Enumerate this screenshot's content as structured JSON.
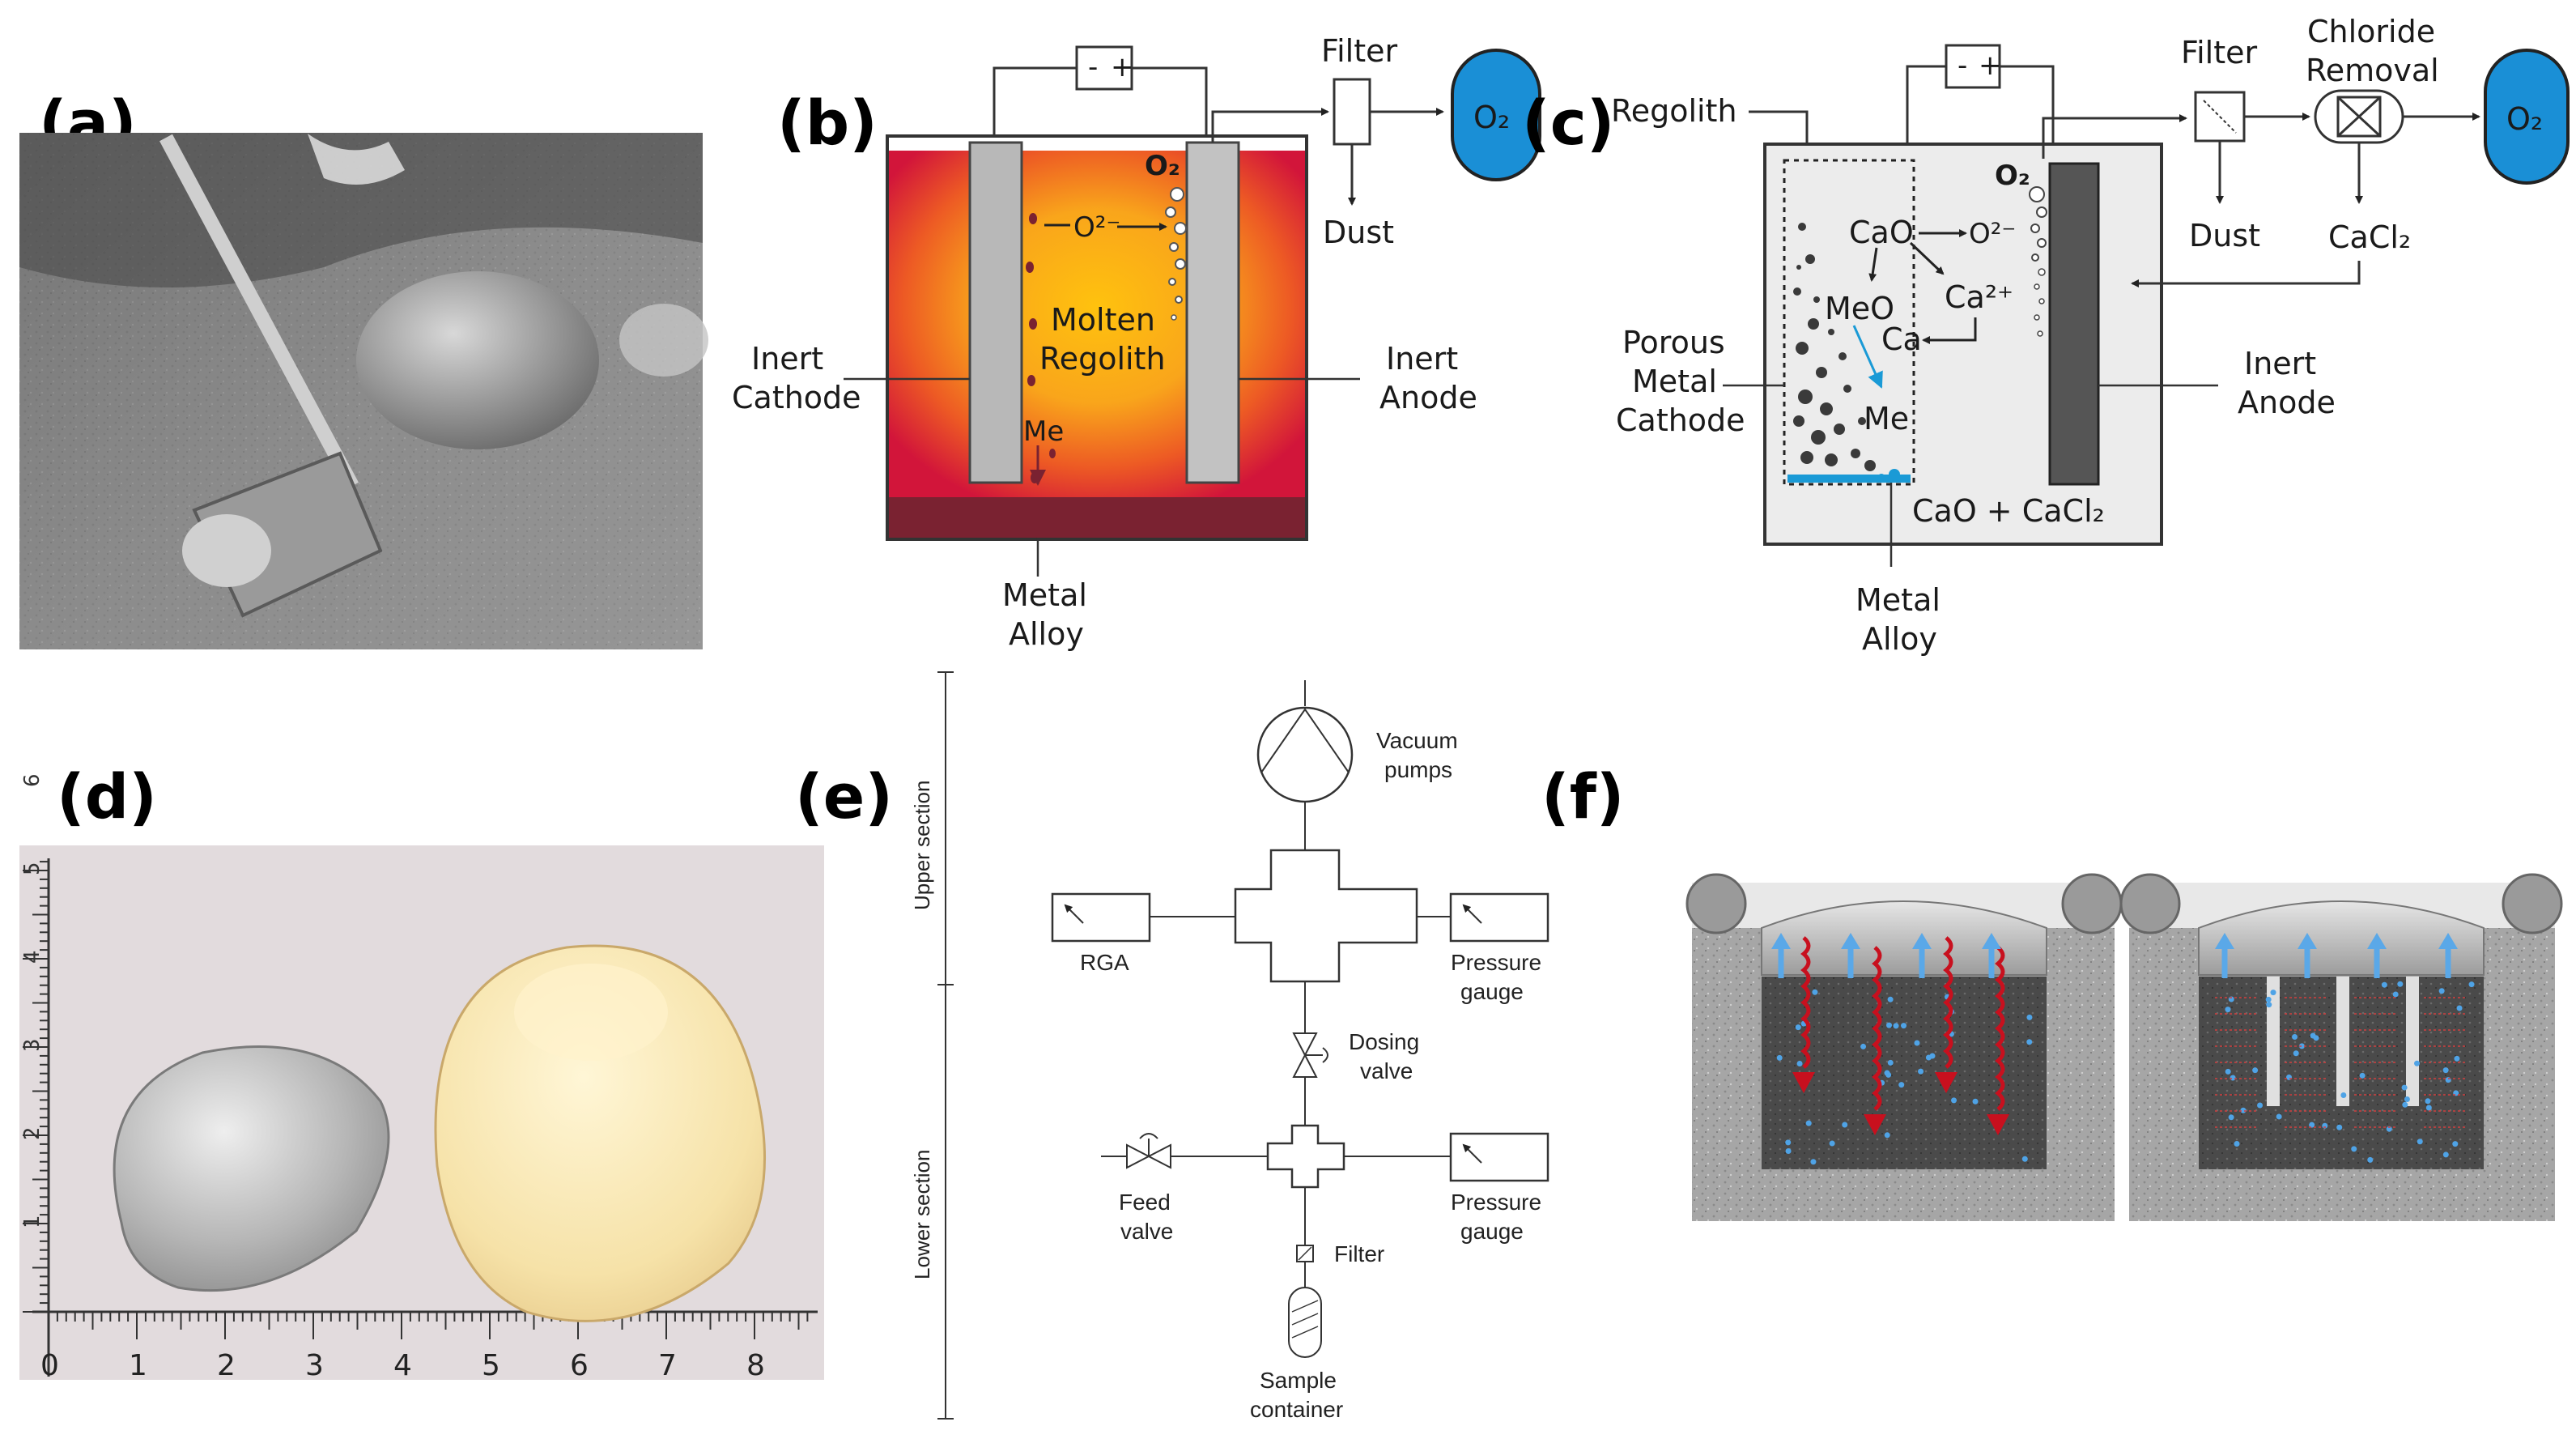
{
  "panels": {
    "a": {
      "label": "(a)"
    },
    "b": {
      "label": "(b)",
      "power_supply": {
        "minus": "-",
        "plus": "+"
      },
      "filter": "Filter",
      "dust": "Dust",
      "o2_tank": "O₂",
      "o2_bubble": "O₂",
      "oxide_ion": "O²⁻",
      "molten_line1": "Molten",
      "molten_line2": "Regolith",
      "me": "Me",
      "cathode_line1": "Inert",
      "cathode_line2": "Cathode",
      "anode_line1": "Inert",
      "anode_line2": "Anode",
      "alloy_line1": "Metal",
      "alloy_line2": "Alloy"
    },
    "c": {
      "label": "(c)",
      "regolith": "Regolith",
      "power_supply": {
        "minus": "-",
        "plus": "+"
      },
      "filter": "Filter",
      "chloride_line1": "Chloride",
      "chloride_line2": "Removal",
      "o2_tank": "O₂",
      "dust": "Dust",
      "cacl2": "CaCl₂",
      "o2_bubble": "O₂",
      "cao": "CaO",
      "oxide_ion": "O²⁻",
      "ca_ion": "Ca²⁺",
      "meo": "MeO",
      "ca": "Ca",
      "me": "Me",
      "porous_line1": "Porous",
      "porous_line2": "Metal",
      "porous_line3": "Cathode",
      "anode_line1": "Inert",
      "anode_line2": "Anode",
      "electrolyte": "CaO + CaCl₂",
      "alloy_line1": "Metal",
      "alloy_line2": "Alloy"
    },
    "d": {
      "label": "(d)",
      "ruler_h": [
        "0",
        "1",
        "2",
        "3",
        "4",
        "5",
        "6",
        "7",
        "8"
      ],
      "ruler_v": [
        "1",
        "2",
        "3",
        "4",
        "5",
        "6"
      ]
    },
    "e": {
      "label": "(e)",
      "upper_section": "Upper section",
      "lower_section": "Lower section",
      "vacuum_line1": "Vacuum",
      "vacuum_line2": "pumps",
      "rga": "RGA",
      "pressure_line1": "Pressure",
      "pressure_line2": "gauge",
      "dosing_line1": "Dosing",
      "dosing_line2": "valve",
      "feed_line1": "Feed",
      "feed_line2": "valve",
      "pressure2_line1": "Pressure",
      "pressure2_line2": "gauge",
      "filter": "Filter",
      "sample_line1": "Sample",
      "sample_line2": "container"
    },
    "f": {
      "label": "(f)"
    }
  },
  "colors": {
    "o2_tank": "#1a8fd6",
    "molten_outer": "#d2153a",
    "molten_inner": "#ffc20e",
    "alloy": "#7a2231",
    "electrode": "#b8b8b8",
    "anode_dark": "#555555",
    "metal_blue": "#1a9ad6",
    "heat_arrow": "#c8101e",
    "gas_arrow": "#5aa8e8"
  }
}
